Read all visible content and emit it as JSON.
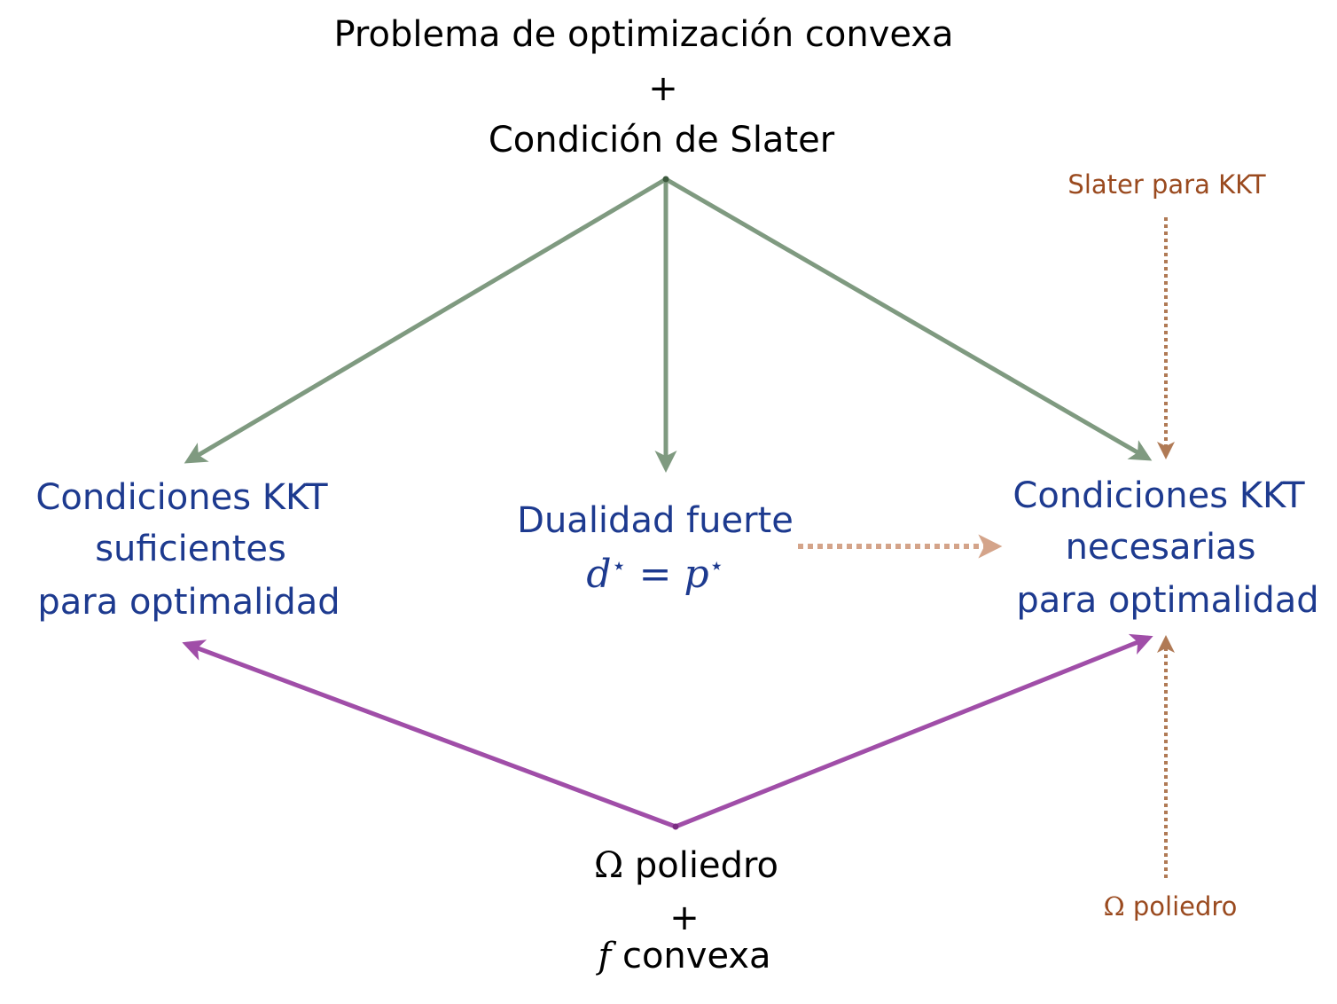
{
  "colors": {
    "green_arrow": "#7f9a80",
    "purple_arrow": "#a04ea8",
    "brown_dotted": "#b07a55",
    "peach_dotted": "#d4a48a",
    "blue_text": "#1d3a8f",
    "brown_text": "#9a4a1f"
  },
  "top": {
    "line1": "Problema de optimización convexa",
    "plus": "+",
    "line2": "Condición de Slater"
  },
  "left_node": {
    "line1": "Condiciones KKT",
    "line2": "suficientes",
    "line3": "para optimalidad"
  },
  "center_node": {
    "line1": "Dualidad fuerte",
    "math_lhs": "d",
    "math_eq": "=",
    "math_rhs": "p",
    "star": "⋆"
  },
  "right_node": {
    "line1": "Condiciones KKT",
    "line2": "necesarias",
    "line3": "para optimalidad"
  },
  "bottom": {
    "omega": "Ω",
    "line1_rest": "poliedro",
    "plus": "+",
    "f": "f",
    "line2_rest": "convexa"
  },
  "right_top_label": "Slater para KKT",
  "right_bottom_label": {
    "omega": "Ω",
    "rest": "poliedro"
  }
}
